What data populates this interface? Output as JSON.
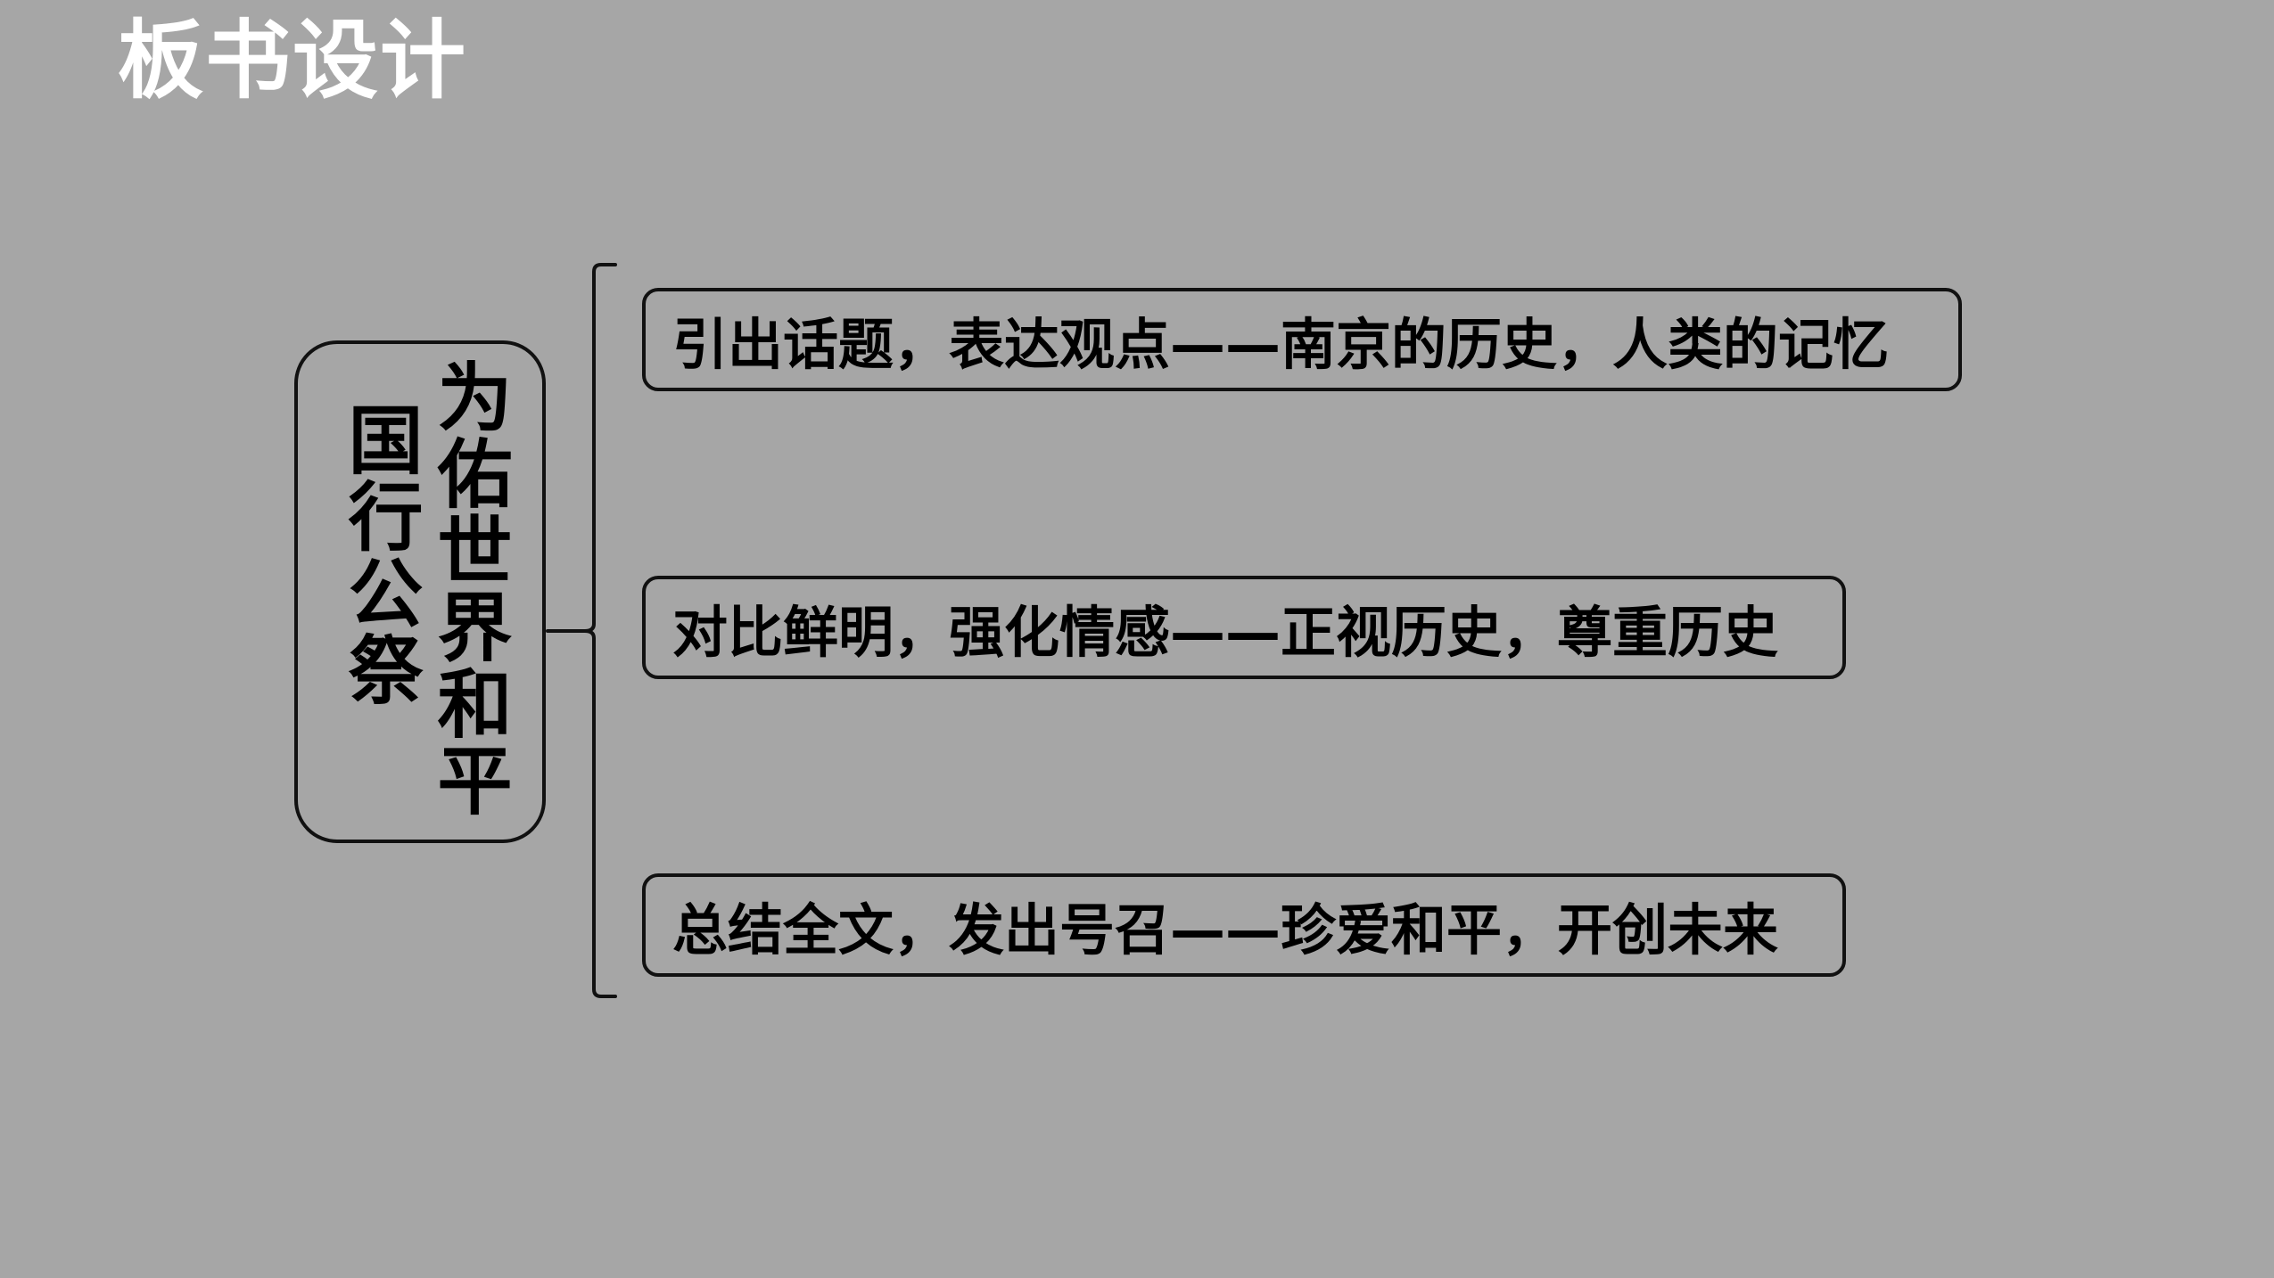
{
  "title": "板书设计",
  "center": {
    "main": "为佑世界和平",
    "sub": "国行公祭"
  },
  "items": [
    {
      "text": "引出话题，表达观点——南京的历史，人类的记忆"
    },
    {
      "text": "对比鲜明，强化情感——正视历史，尊重历史"
    },
    {
      "text": "总结全文，发出号召——珍爱和平，开创未来"
    }
  ]
}
